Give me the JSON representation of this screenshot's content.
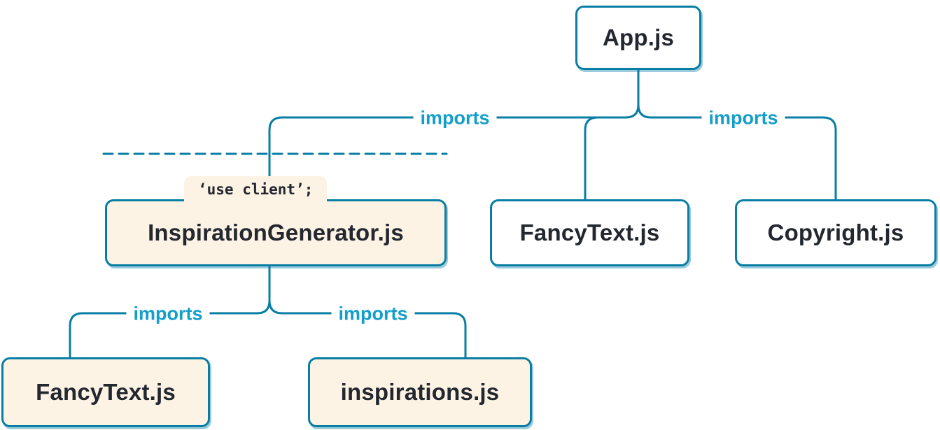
{
  "colors": {
    "line": "#087ea4",
    "edge_label_text": "#149eca",
    "node_text": "#23272f",
    "node_border": "#087ea4",
    "client_node_bg": "#fdf3e4",
    "server_node_bg": "#ffffff"
  },
  "nodes": {
    "app": {
      "label": "App.js"
    },
    "inspiration_generator": {
      "label": "InspirationGenerator.js",
      "directive": "‘use client’;"
    },
    "fancy_text_top": {
      "label": "FancyText.js"
    },
    "copyright": {
      "label": "Copyright.js"
    },
    "fancy_text_bottom": {
      "label": "FancyText.js"
    },
    "inspirations": {
      "label": "inspirations.js"
    }
  },
  "edges": {
    "label": "imports"
  }
}
